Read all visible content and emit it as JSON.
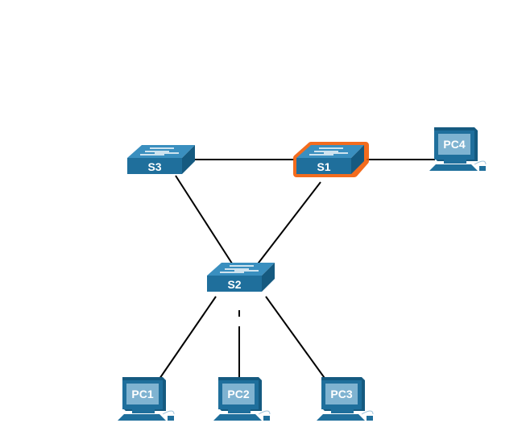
{
  "diagram": {
    "title": "",
    "colors": {
      "device_front": "#1f6f9c",
      "device_top": "#3a8fbf",
      "device_side": "#155a80",
      "highlight": "#f25c05",
      "link": "#000000",
      "screen": "#7fb3d1"
    },
    "switches": [
      {
        "id": "S3",
        "label": "S3",
        "highlighted": false
      },
      {
        "id": "S1",
        "label": "S1",
        "highlighted": true
      },
      {
        "id": "S2",
        "label": "S2",
        "highlighted": false
      }
    ],
    "pcs": [
      {
        "id": "PC4",
        "label": "PC4"
      },
      {
        "id": "PC1",
        "label": "PC1"
      },
      {
        "id": "PC2",
        "label": "PC2"
      },
      {
        "id": "PC3",
        "label": "PC3"
      }
    ],
    "links": [
      {
        "from": "S3",
        "to": "S1"
      },
      {
        "from": "S1",
        "to": "PC4"
      },
      {
        "from": "S3",
        "to": "S2"
      },
      {
        "from": "S1",
        "to": "S2"
      },
      {
        "from": "S2",
        "to": "PC1"
      },
      {
        "from": "S2",
        "to": "PC2"
      },
      {
        "from": "S2",
        "to": "PC3"
      }
    ]
  }
}
